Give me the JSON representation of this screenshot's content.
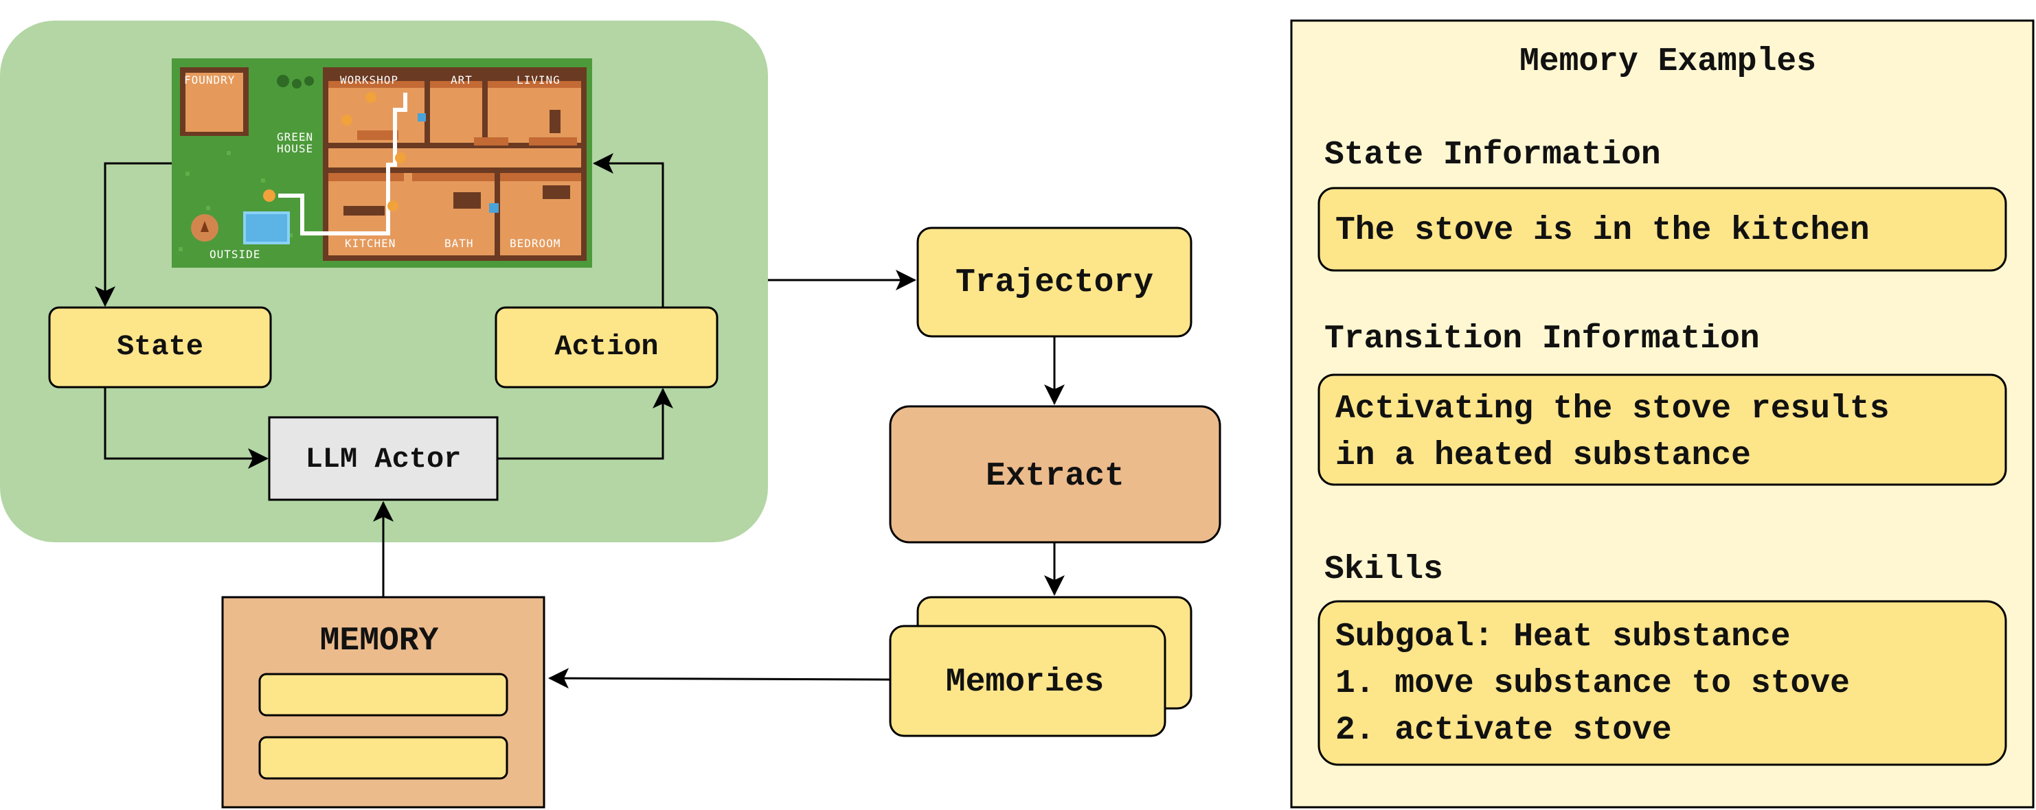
{
  "loop": {
    "state_label": "State",
    "action_label": "Action",
    "actor_label": "LLM Actor",
    "map": {
      "rooms": [
        "FOUNDRY",
        "WORKSHOP",
        "ART",
        "LIVING",
        "GREEN HOUSE",
        "KITCHEN",
        "BATH",
        "BEDROOM",
        "OUTSIDE"
      ]
    }
  },
  "pipeline": {
    "trajectory_label": "Trajectory",
    "extract_label": "Extract",
    "memories_label": "Memories"
  },
  "memory_store": {
    "title": "MEMORY"
  },
  "examples": {
    "title": "Memory Examples",
    "state_heading": "State Information",
    "state_text": "The stove is in the kitchen",
    "transition_heading": "Transition Information",
    "transition_line1": "Activating the stove results",
    "transition_line2": "in a heated substance",
    "skills_heading": "Skills",
    "skills_line1": "Subgoal: Heat substance",
    "skills_line2": "1. move substance to stove",
    "skills_line3": "2. activate stove"
  },
  "colors": {
    "green_panel": "#b3d6a4",
    "yellow_box": "#fde58a",
    "orange_box": "#ecbb8c",
    "grey_box": "#e6e6e6",
    "cream_panel": "#fef7d2"
  }
}
